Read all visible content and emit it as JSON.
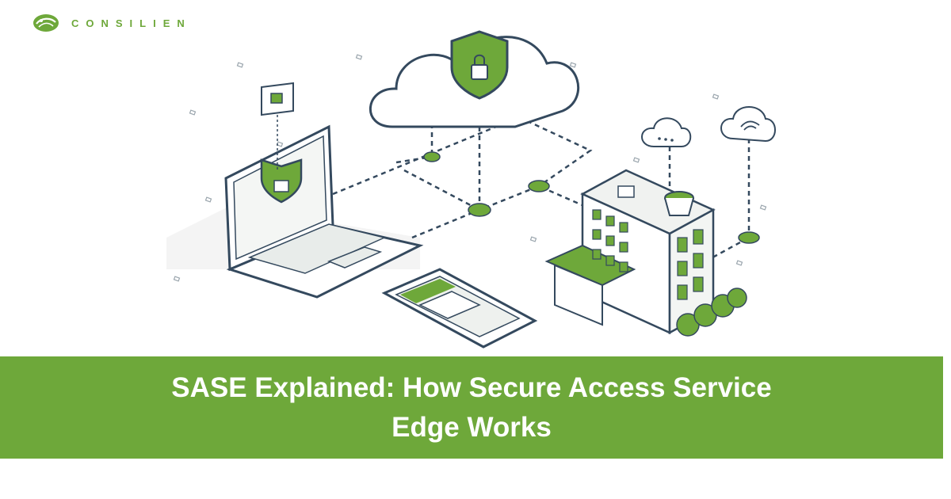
{
  "brand": {
    "name": "CONSILIEN",
    "logo_icon": "consilien-leaf-logo",
    "color": "#6ea83a"
  },
  "illustration": {
    "description_icons": [
      "cloud-shield-lock-icon",
      "laptop-icon",
      "smartphone-icon",
      "office-building-icon",
      "wifi-cloud-icon",
      "chat-bubble-icon",
      "trees-icon"
    ],
    "accent_color": "#6ea83a",
    "line_color": "#34495e"
  },
  "banner": {
    "title": "SASE Explained: How Secure Access Service Edge Works",
    "background": "#6ea83a"
  }
}
